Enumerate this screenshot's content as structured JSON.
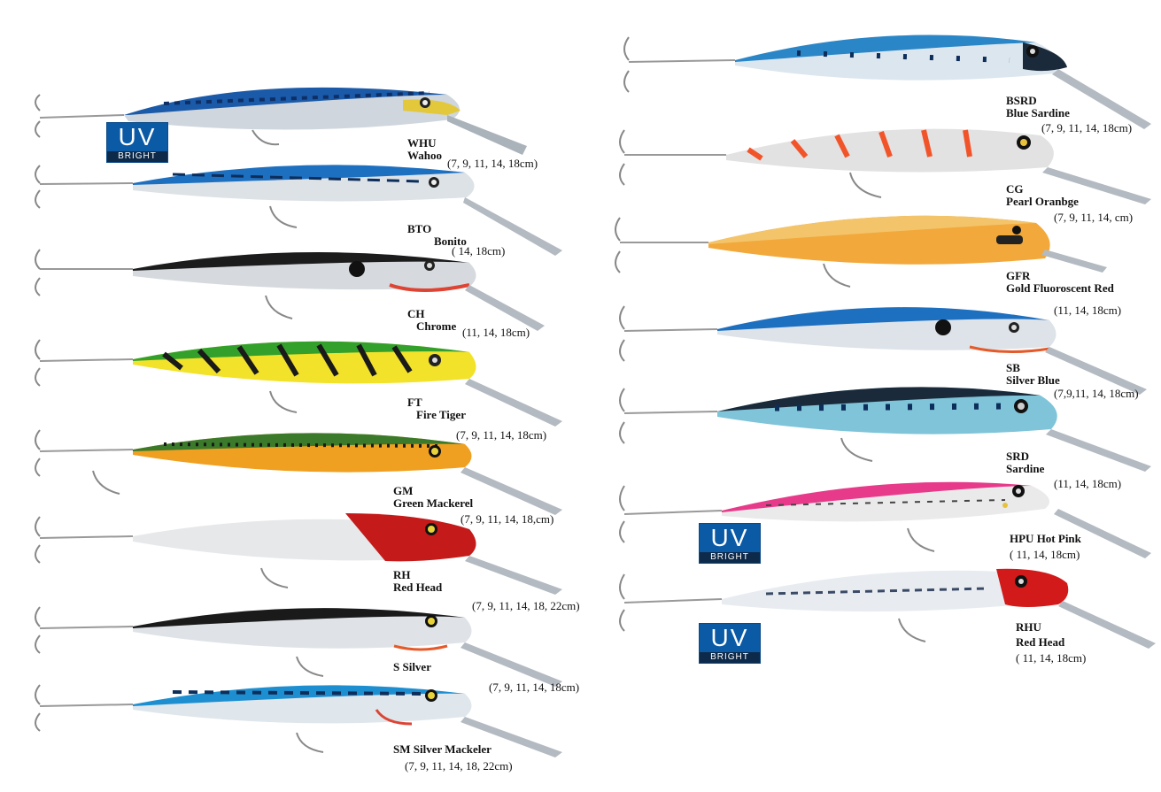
{
  "uv_badge": {
    "top": "UV",
    "bottom": "BRIGHT"
  },
  "colors": {
    "background": "#ffffff",
    "uv_blue": "#0b5aa6"
  },
  "left": [
    {
      "code": "WHU",
      "name": "Wahoo",
      "sizes": "(7, 9, 11, 14, 18cm)",
      "uv": true
    },
    {
      "code": "BTO",
      "name": "Bonito",
      "sizes": "(        14, 18cm)",
      "uv": false
    },
    {
      "code": "CH",
      "name": "Chrome",
      "sizes": "(11, 14, 18cm)",
      "uv": false
    },
    {
      "code": "FT",
      "name": "Fire Tiger",
      "sizes": "(7, 9, 11, 14, 18cm)",
      "uv": false
    },
    {
      "code": "GM",
      "name": "Green Mackerel",
      "sizes": "(7, 9, 11, 14, 18,cm)",
      "uv": false
    },
    {
      "code": "RH",
      "name": "Red Head",
      "sizes": "(7, 9, 11, 14, 18, 22cm)",
      "uv": false
    },
    {
      "code": "S Silver",
      "name": "",
      "sizes": "(7, 9, 11, 14, 18cm)",
      "uv": false
    },
    {
      "code": "SM Silver Mackeler",
      "name": "",
      "sizes": "(7, 9, 11, 14, 18, 22cm)",
      "uv": false
    }
  ],
  "right": [
    {
      "code": "BSRD",
      "name": "Blue Sardine",
      "sizes": "(7, 9, 11, 14, 18cm)",
      "uv": false
    },
    {
      "code": "CG",
      "name": "Pearl Oranbge",
      "sizes": "(7, 9, 11, 14,      cm)",
      "uv": false
    },
    {
      "code": "GFR",
      "name": "Gold Fluoroscent Red",
      "sizes": "(11, 14, 18cm)",
      "uv": false
    },
    {
      "code": "SB",
      "name": "Silver Blue",
      "sizes": "(7,9,11, 14, 18cm)",
      "uv": false
    },
    {
      "code": "SRD",
      "name": "Sardine",
      "sizes": "(11, 14, 18cm)",
      "uv": false
    },
    {
      "code": "HPU Hot Pink",
      "name": "",
      "sizes": "( 11, 14, 18cm)",
      "uv": true
    },
    {
      "code": "RHU",
      "name": "Red Head",
      "sizes": "( 11, 14, 18cm)",
      "uv": true
    }
  ]
}
